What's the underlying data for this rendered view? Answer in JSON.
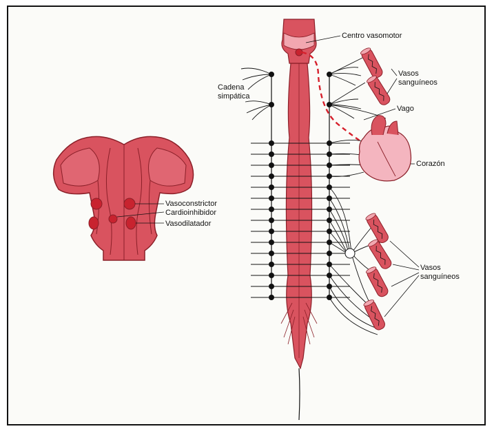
{
  "colors": {
    "tissue": "#d9535f",
    "tissue_dark": "#8a1f28",
    "heart": "#f4b5bf",
    "nucleus": "#c8232f",
    "dashed_path": "#d61f2b",
    "ink": "#111111"
  },
  "labels": {
    "brainstem": {
      "vasoconstrictor": "Vasoconstrictor",
      "cardioinhibitor": "Cardioinhibidor",
      "vasodilator": "Vasodilatador"
    },
    "cord": {
      "vasomotor_center": "Centro vasomotor",
      "sympathetic_chain_1": "Cadena",
      "sympathetic_chain_2": "simpática",
      "vessels_top_1": "Vasos",
      "vessels_top_2": "sanguíneos",
      "vagus": "Vago",
      "heart": "Corazón",
      "vessels_bottom_1": "Vasos",
      "vessels_bottom_2": "sanguíneos"
    }
  },
  "icons": [
    "brainstem-illustration",
    "spinal-cord-illustration",
    "heart-illustration",
    "blood-vessel-icon",
    "ganglion-node-icon"
  ]
}
